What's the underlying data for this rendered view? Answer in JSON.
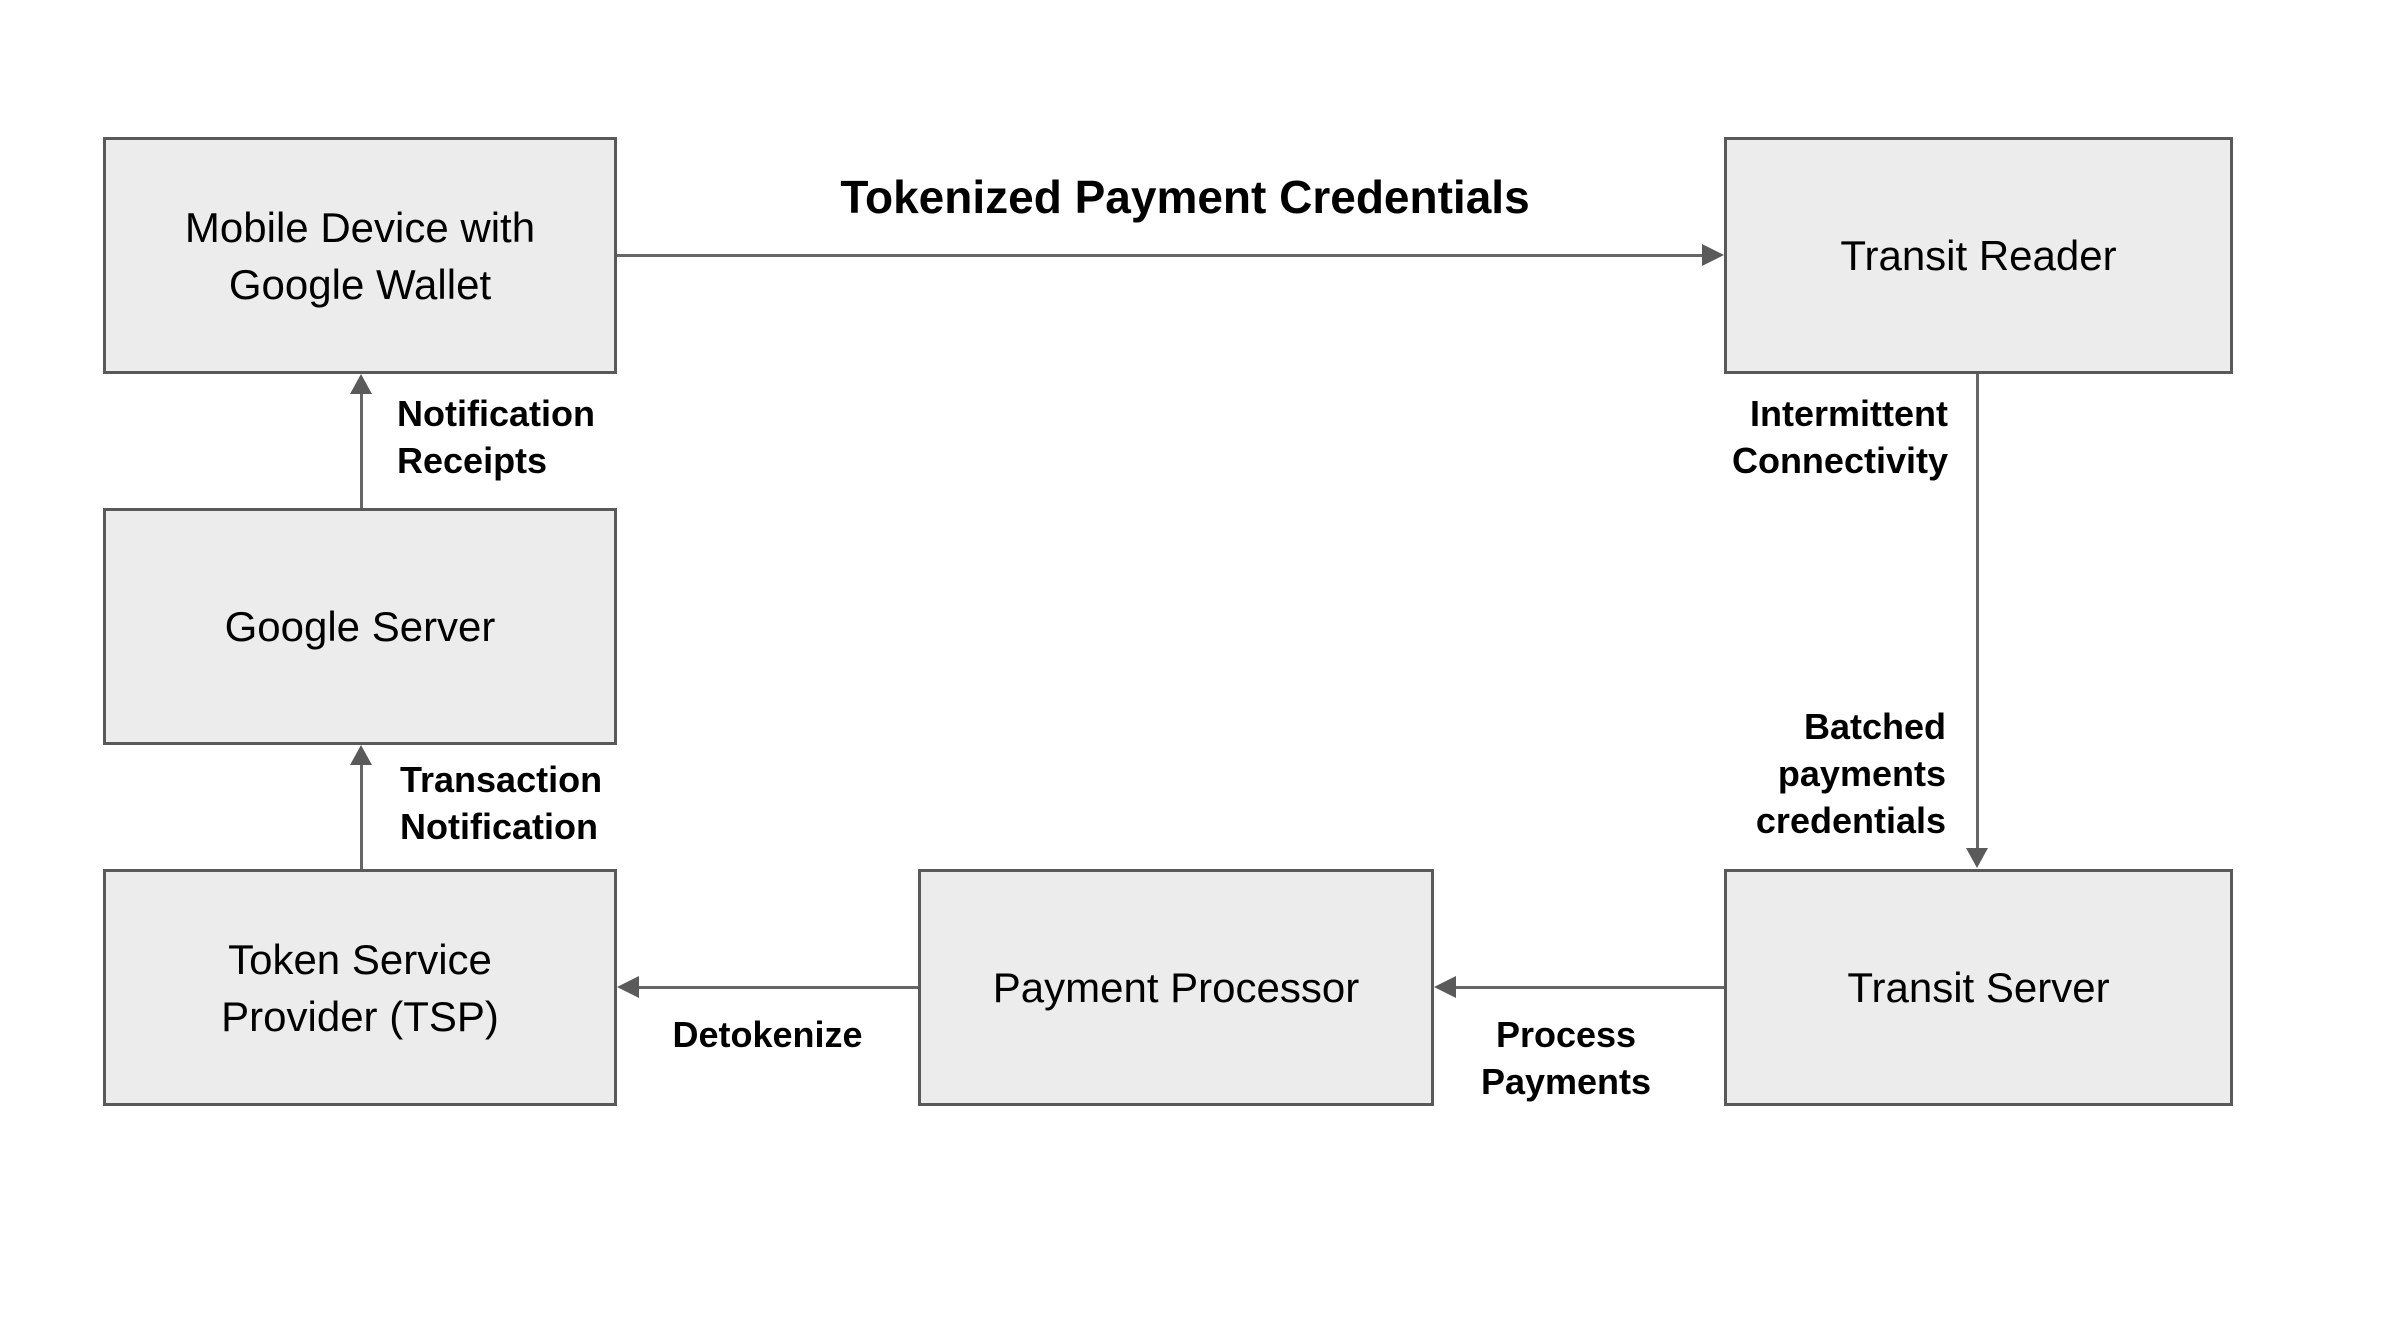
{
  "diagram": {
    "title_note": "Google Wallet transit payment flow diagram",
    "colors": {
      "background": "#ffffff",
      "node_fill": "#ececec",
      "node_border": "#595959",
      "arrow": "#666666",
      "text": "#000000"
    },
    "nodes": {
      "mobile": {
        "label": "Mobile Device with\nGoogle Wallet"
      },
      "transit_reader": {
        "label": "Transit Reader"
      },
      "google_server": {
        "label": "Google Server"
      },
      "tsp": {
        "label": "Token Service\nProvider (TSP)"
      },
      "payment_processor": {
        "label": "Payment Processor"
      },
      "transit_server": {
        "label": "Transit Server"
      }
    },
    "edges": {
      "tokenized": {
        "label": "Tokenized Payment Credentials",
        "from": "mobile",
        "to": "transit_reader"
      },
      "intermittent": {
        "label": "Intermittent\nConnectivity",
        "from": "transit_reader",
        "to": "transit_server"
      },
      "batched": {
        "label": "Batched\npayments\ncredentials",
        "from": "transit_reader",
        "to": "transit_server"
      },
      "process_payments": {
        "label": "Process\nPayments",
        "from": "transit_server",
        "to": "payment_processor"
      },
      "detokenize": {
        "label": "Detokenize",
        "from": "payment_processor",
        "to": "tsp"
      },
      "transaction_notification": {
        "label": "Transaction\nNotification",
        "from": "tsp",
        "to": "google_server"
      },
      "notification_receipts": {
        "label": "Notification\nReceipts",
        "from": "google_server",
        "to": "mobile"
      }
    }
  }
}
